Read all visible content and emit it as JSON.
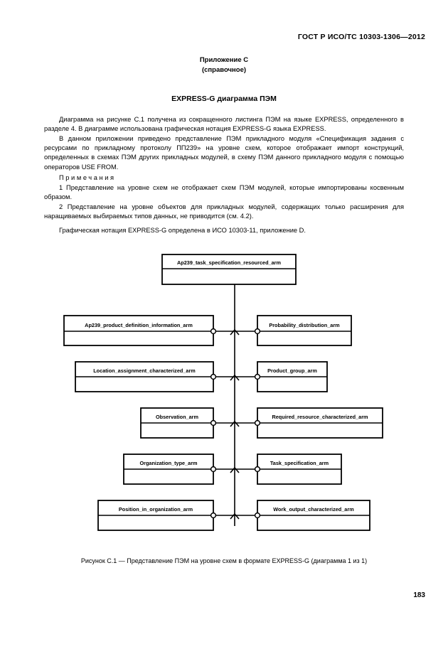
{
  "document": {
    "standard_header": "ГОСТ Р ИСО/ТС 10303-1306—2012",
    "page_number": "183"
  },
  "appendix": {
    "name": "Приложение С",
    "kind": "(справочное)",
    "title": "EXPRESS-G диаграмма ПЭМ"
  },
  "body": {
    "paragraph_1": "Диаграмма на рисунке С.1 получена из сокращенного листинга ПЭМ на языке EXPRESS, определенного в разделе 4. В диаграмме использована графическая нотация EXPRESS-G языка EXPRESS.",
    "paragraph_2": "В данном приложении приведено представление ПЭМ прикладного модуля «Спецификация задания с ресурсами по прикладному протоколу ПП239» на уровне схем, которое отображает импорт конструкций, определенных в схемах ПЭМ других прикладных модулей, в схему ПЭМ данного прикладного модуля с помощью операторов USE FROM."
  },
  "notes": {
    "heading": "Примечания",
    "items": [
      "1 Представление на уровне схем не отображает схем ПЭМ модулей, которые импортированы косвенным образом.",
      "2 Представление на уровне объектов для прикладных модулей, содержащих только расширения для наращиваемых выбираемых типов данных, не приводится (см. 4.2)."
    ]
  },
  "closing": {
    "paragraph": "Графическая нотация EXPRESS-G определена в ИСО 10303-11, приложение D."
  },
  "diagram": {
    "notation": "EXPRESS-G",
    "root": {
      "label": "Ap239_task_specification_resourced_arm"
    },
    "left_entities": [
      {
        "label": "Ap239_product_definition_information_arm"
      },
      {
        "label": "Location_assignment_characterized_arm"
      },
      {
        "label": "Observation_arm"
      },
      {
        "label": "Organization_type_arm"
      },
      {
        "label": "Position_in_organization_arm"
      }
    ],
    "right_entities": [
      {
        "label": "Probability_distribution_arm"
      },
      {
        "label": "Product_group_arm"
      },
      {
        "label": "Required_resource_characterized_arm"
      },
      {
        "label": "Task_specification_arm"
      },
      {
        "label": "Work_output_characterized_arm"
      }
    ]
  },
  "figure": {
    "caption": "Рисунок  С.1 — Представление ПЭМ на уровне схем в формате EXPRESS-G (диаграмма 1 из 1)"
  }
}
